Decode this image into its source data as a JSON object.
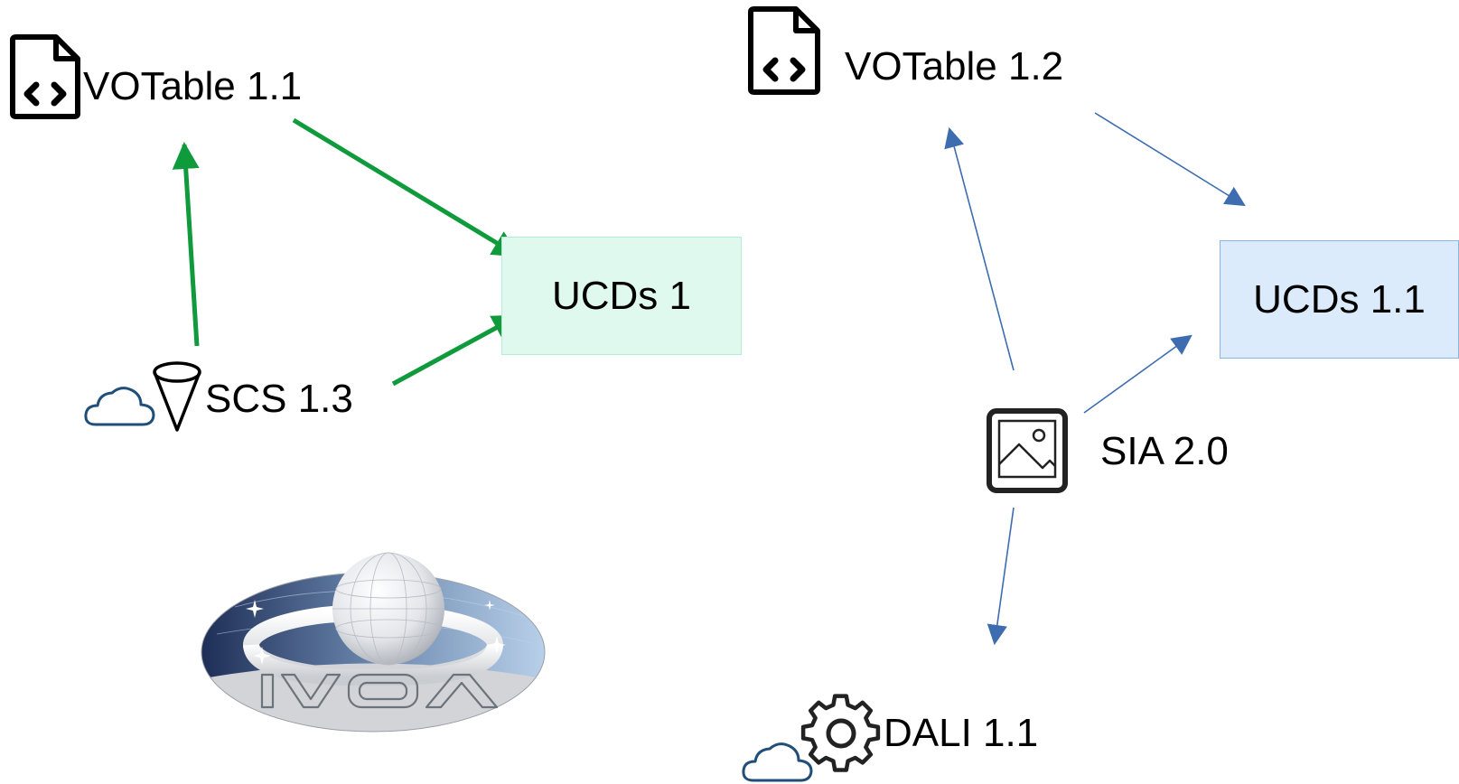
{
  "nodes": {
    "votable_11": "VOTable 1.1",
    "votable_12": "VOTable 1.2",
    "ucds_1": "UCDs 1",
    "ucds_11": "UCDs 1.1",
    "scs_13": "SCS 1.3",
    "sia_20": "SIA 2.0",
    "dali_11": "DALI 1.1"
  },
  "logo": {
    "text": "IVOA"
  },
  "edges": [
    {
      "from": "SCS 1.3",
      "to": "VOTable 1.1",
      "color": "#0f9a3c"
    },
    {
      "from": "SCS 1.3",
      "to": "UCDs 1",
      "color": "#0f9a3c"
    },
    {
      "from": "VOTable 1.1",
      "to": "UCDs 1",
      "color": "#0f9a3c"
    },
    {
      "from": "VOTable 1.2",
      "to": "UCDs 1.1",
      "color": "#3d6db0"
    },
    {
      "from": "SIA 2.0",
      "to": "VOTable 1.2",
      "color": "#3d6db0"
    },
    {
      "from": "SIA 2.0",
      "to": "UCDs 1.1",
      "color": "#3d6db0"
    },
    {
      "from": "SIA 2.0",
      "to": "DALI 1.1",
      "color": "#3d6db0"
    }
  ],
  "colors": {
    "left_group": "#0f9a3c",
    "right_group": "#3d6db0",
    "ucds_1_fill": "#dff9ee",
    "ucds_11_fill": "#dcebfb",
    "cloud": "#1f4e79"
  },
  "icons": [
    "xml-file-icon",
    "cloud-icon",
    "cone-icon",
    "image-icon",
    "gear-icon",
    "ivoa-logo"
  ]
}
